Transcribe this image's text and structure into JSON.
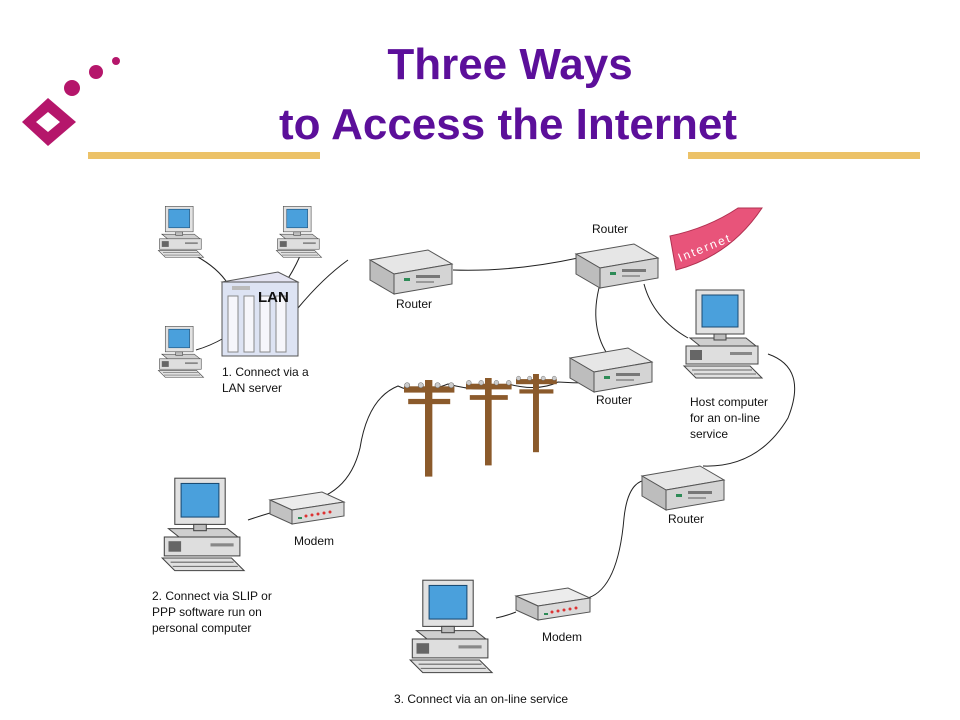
{
  "slide": {
    "title_line1": "Three Ways",
    "title_line2": "to Access the Internet"
  },
  "diagram": {
    "lan_badge": "LAN",
    "internet_label": "Internet",
    "routers": {
      "top_middle": "Router",
      "top_right": "Router",
      "center": "Router",
      "lower_right": "Router"
    },
    "modems": {
      "left": "Modem",
      "bottom": "Modem"
    },
    "captions": {
      "lan": [
        "1. Connect via a",
        "LAN server"
      ],
      "slip": [
        "2. Connect via SLIP or",
        "PPP software run on",
        "personal computer"
      ],
      "online": [
        "3. Connect via an on-line service"
      ],
      "host": [
        "Host computer",
        "for an on-line",
        "service"
      ]
    }
  },
  "colors": {
    "title": "#5c0f9a",
    "accent_magenta": "#b5166b",
    "rule": "#ecc268",
    "internet_band": "#e8547a",
    "screen_blue": "#4aa0dc",
    "pole_brown": "#8b5a2b"
  },
  "icons": [
    "bullet-dots-icon",
    "diamond-logo-icon",
    "computer-icon",
    "router-icon",
    "modem-icon",
    "lan-server-icon",
    "telephone-pole-icon"
  ]
}
